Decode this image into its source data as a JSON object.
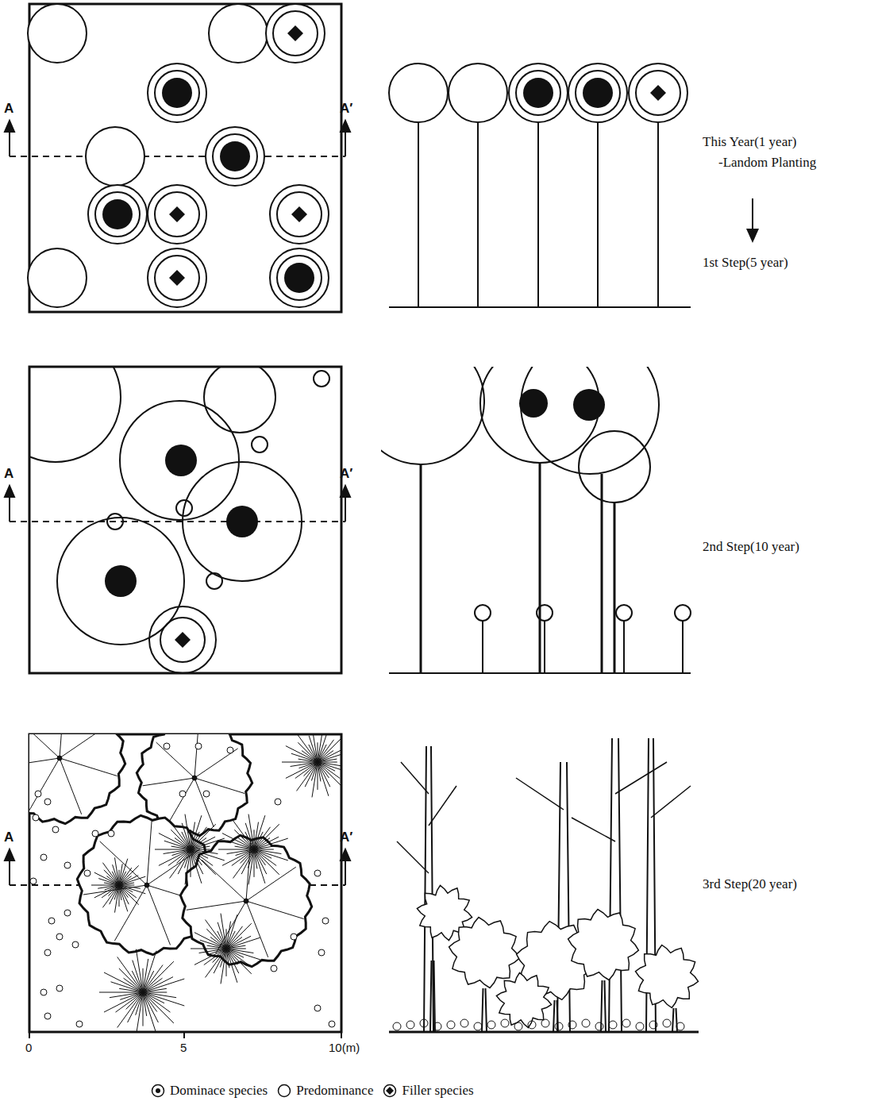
{
  "diagram": {
    "labels": [
      "A",
      "A′",
      "This Year(1 year)",
      "-Landom Planting",
      "1st Step(5 year)",
      "A",
      "A′",
      "2nd Step(10 year)",
      "A",
      "A′",
      "3rd Step(20 year)",
      "0",
      "5",
      "10(m)"
    ],
    "legend": [
      {
        "text": "Dominace species"
      },
      {
        "text": "Predominance"
      },
      {
        "text": "Filler species"
      }
    ]
  }
}
